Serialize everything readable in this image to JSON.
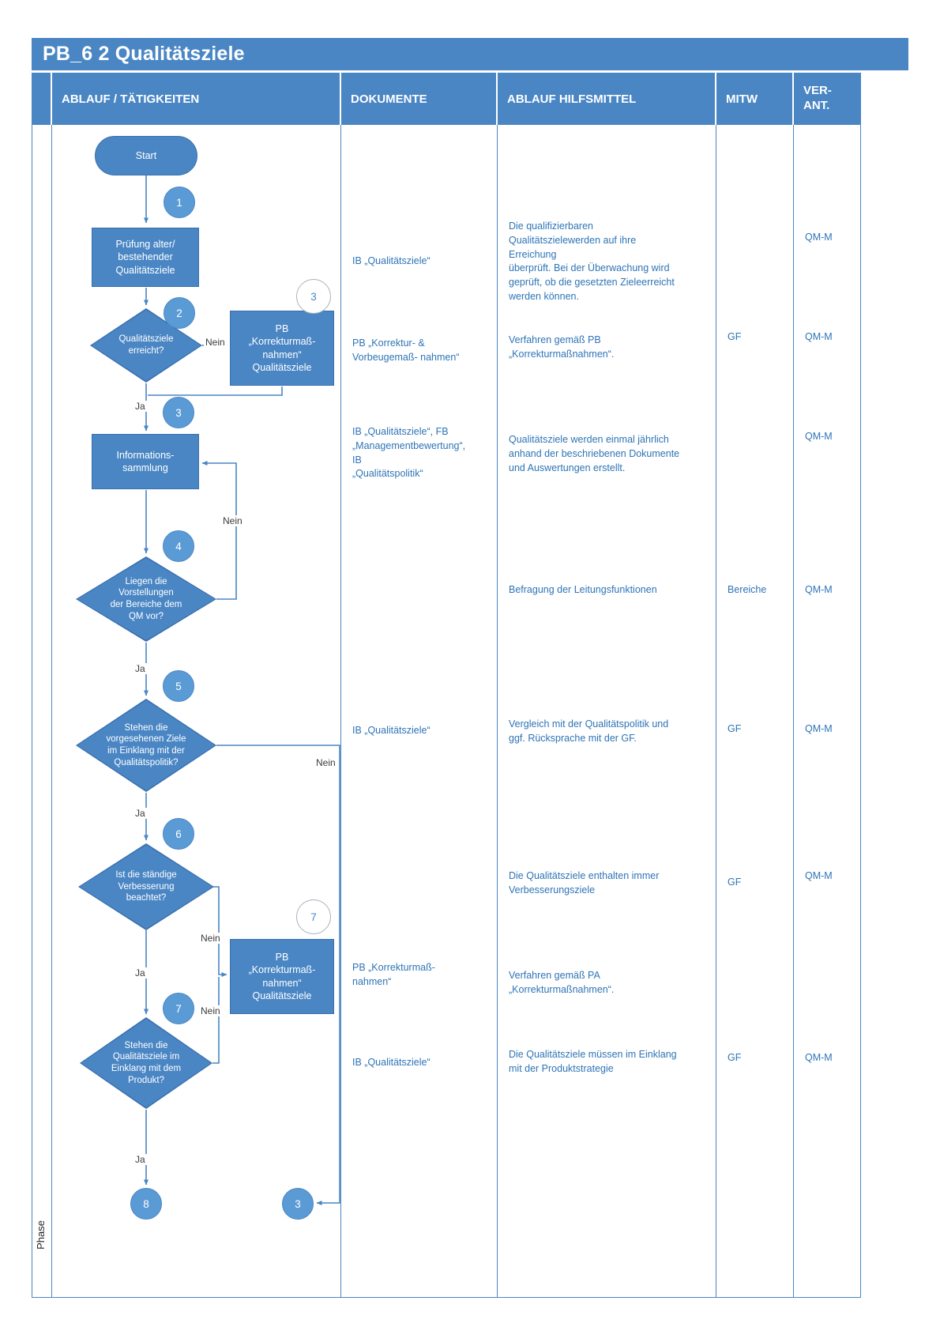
{
  "title": "PB_6 2 Qualitätsziele",
  "phase_label": "Phase",
  "header": {
    "ablauf": "ABLAUF / TÄTIGKEITEN",
    "dokumente": "DOKUMENTE",
    "hilfsmittel": "ABLAUF HILFSMITTEL",
    "mitw": "MITW",
    "verant_line1": "VER-",
    "verant_line2": "ANT."
  },
  "flow": {
    "start": {
      "label": "Start"
    },
    "process_pruefung": {
      "label": "Prüfung alter/\nbestehender\nQualitätsziele"
    },
    "decision_erreicht": {
      "label": "Qualitätsziele\nerreicht?"
    },
    "box_korrektur_1": {
      "label": "PB\n„Korrekturmaß-\nnahmen“\nQualitätsziele"
    },
    "process_infosammlung": {
      "label": "Informations-\nsammlung"
    },
    "decision_vorstellungen": {
      "label": "Liegen die\nVorstellungen\nder Bereiche dem\nQM vor?"
    },
    "decision_qualitaetspolitik": {
      "label": "Stehen die\nvorgesehenen Ziele\nim Einklang mit der\nQualitätspolitik?"
    },
    "decision_verbesserung": {
      "label": "Ist die ständige\nVerbesserung\nbeachtet?"
    },
    "box_korrektur_2": {
      "label": "PB\n„Korrekturmaß-\nnahmen“\nQualitätsziele"
    },
    "decision_produkt": {
      "label": "Stehen die\nQualitätsziele im\nEinklang mit dem\nProdukt?"
    },
    "steps": {
      "s1": "1",
      "s2": "2",
      "s3": "3",
      "s4": "4",
      "s5": "5",
      "s6": "6",
      "s7": "7",
      "s8": "8"
    },
    "refs": {
      "r3": "3",
      "r7": "7",
      "r3b": "3"
    },
    "labels": {
      "ja": "Ja",
      "nein": "Nein"
    }
  },
  "dokumente": [
    "IB „Qualitätsziele“",
    "PB „Korrektur- &\nVorbeugemaß- nahmen“",
    "IB „Qualitätsziele“, FB\n„Managementbewertung“,\nIB\n„Qualitätspolitik“",
    "IB „Qualitätsziele“",
    "PB „Korrekturmaß-\nnahmen“",
    "IB „Qualitätsziele“"
  ],
  "hilfsmittel": [
    "Die qualifizierbaren\nQualitätszielewerden auf ihre\nErreichung\nüberprüft. Bei der Überwachung wird\ngeprüft, ob die gesetzten Zieleerreicht\nwerden können.",
    "Verfahren gemäß PB\n„Korrekturmaßnahmen“.",
    "Qualitätsziele werden einmal jährlich\nanhand der beschriebenen Dokumente\nund Auswertungen erstellt.",
    "Befragung der Leitungsfunktionen",
    "Vergleich mit der Qualitätspolitik und\nggf. Rücksprache mit der GF.",
    "Die Qualitätsziele enthalten immer\nVerbesserungsziele",
    "Verfahren gemäß PA\n„Korrekturmaßnahmen“.",
    "Die Qualitätsziele müssen im Einklang\nmit der Produktstrategie"
  ],
  "mitw": [
    "GF",
    "Bereiche",
    "GF",
    "GF",
    "GF"
  ],
  "verant": [
    "QM-M",
    "QM-M",
    "QM-M",
    "QM-M",
    "QM-M",
    "QM-M",
    "QM-M"
  ],
  "colors": {
    "primary": "#4a86c4",
    "shape_border": "#3a6fae",
    "circle": "#5b9bd5",
    "cell_text": "#2e74b6"
  }
}
